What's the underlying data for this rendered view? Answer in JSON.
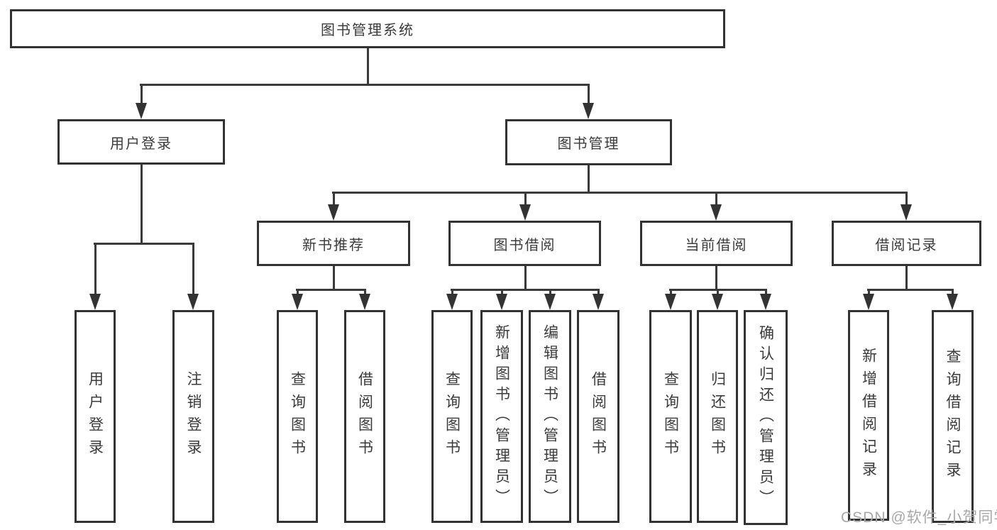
{
  "diagram": {
    "type": "hierarchy-tree",
    "root": {
      "label": "图书管理系统"
    },
    "branches": [
      {
        "label": "用户登录",
        "children": [
          {
            "label": "用户登录"
          },
          {
            "label": "注销登录"
          }
        ]
      },
      {
        "label": "图书管理",
        "children": [
          {
            "label": "新书推荐",
            "children": [
              {
                "label": "查询图书"
              },
              {
                "label": "借阅图书"
              }
            ]
          },
          {
            "label": "图书借阅",
            "children": [
              {
                "label": "查询图书"
              },
              {
                "label": "新增图书（管理员）"
              },
              {
                "label": "编辑图书（管理员）"
              },
              {
                "label": "借阅图书"
              }
            ]
          },
          {
            "label": "当前借阅",
            "children": [
              {
                "label": "查询图书"
              },
              {
                "label": "归还图书"
              },
              {
                "label": "确认归还（管理员）"
              }
            ]
          },
          {
            "label": "借阅记录",
            "children": [
              {
                "label": "新增借阅记录"
              },
              {
                "label": "查询借阅记录"
              }
            ]
          }
        ]
      }
    ]
  },
  "watermark": {
    "text": "CSDN @软件_小贺同学",
    "color": "#a8a8a8"
  },
  "colors": {
    "line": "#333333",
    "text": "#3b3b3b",
    "box_fill": "#ffffff",
    "background": "#ffffff"
  }
}
